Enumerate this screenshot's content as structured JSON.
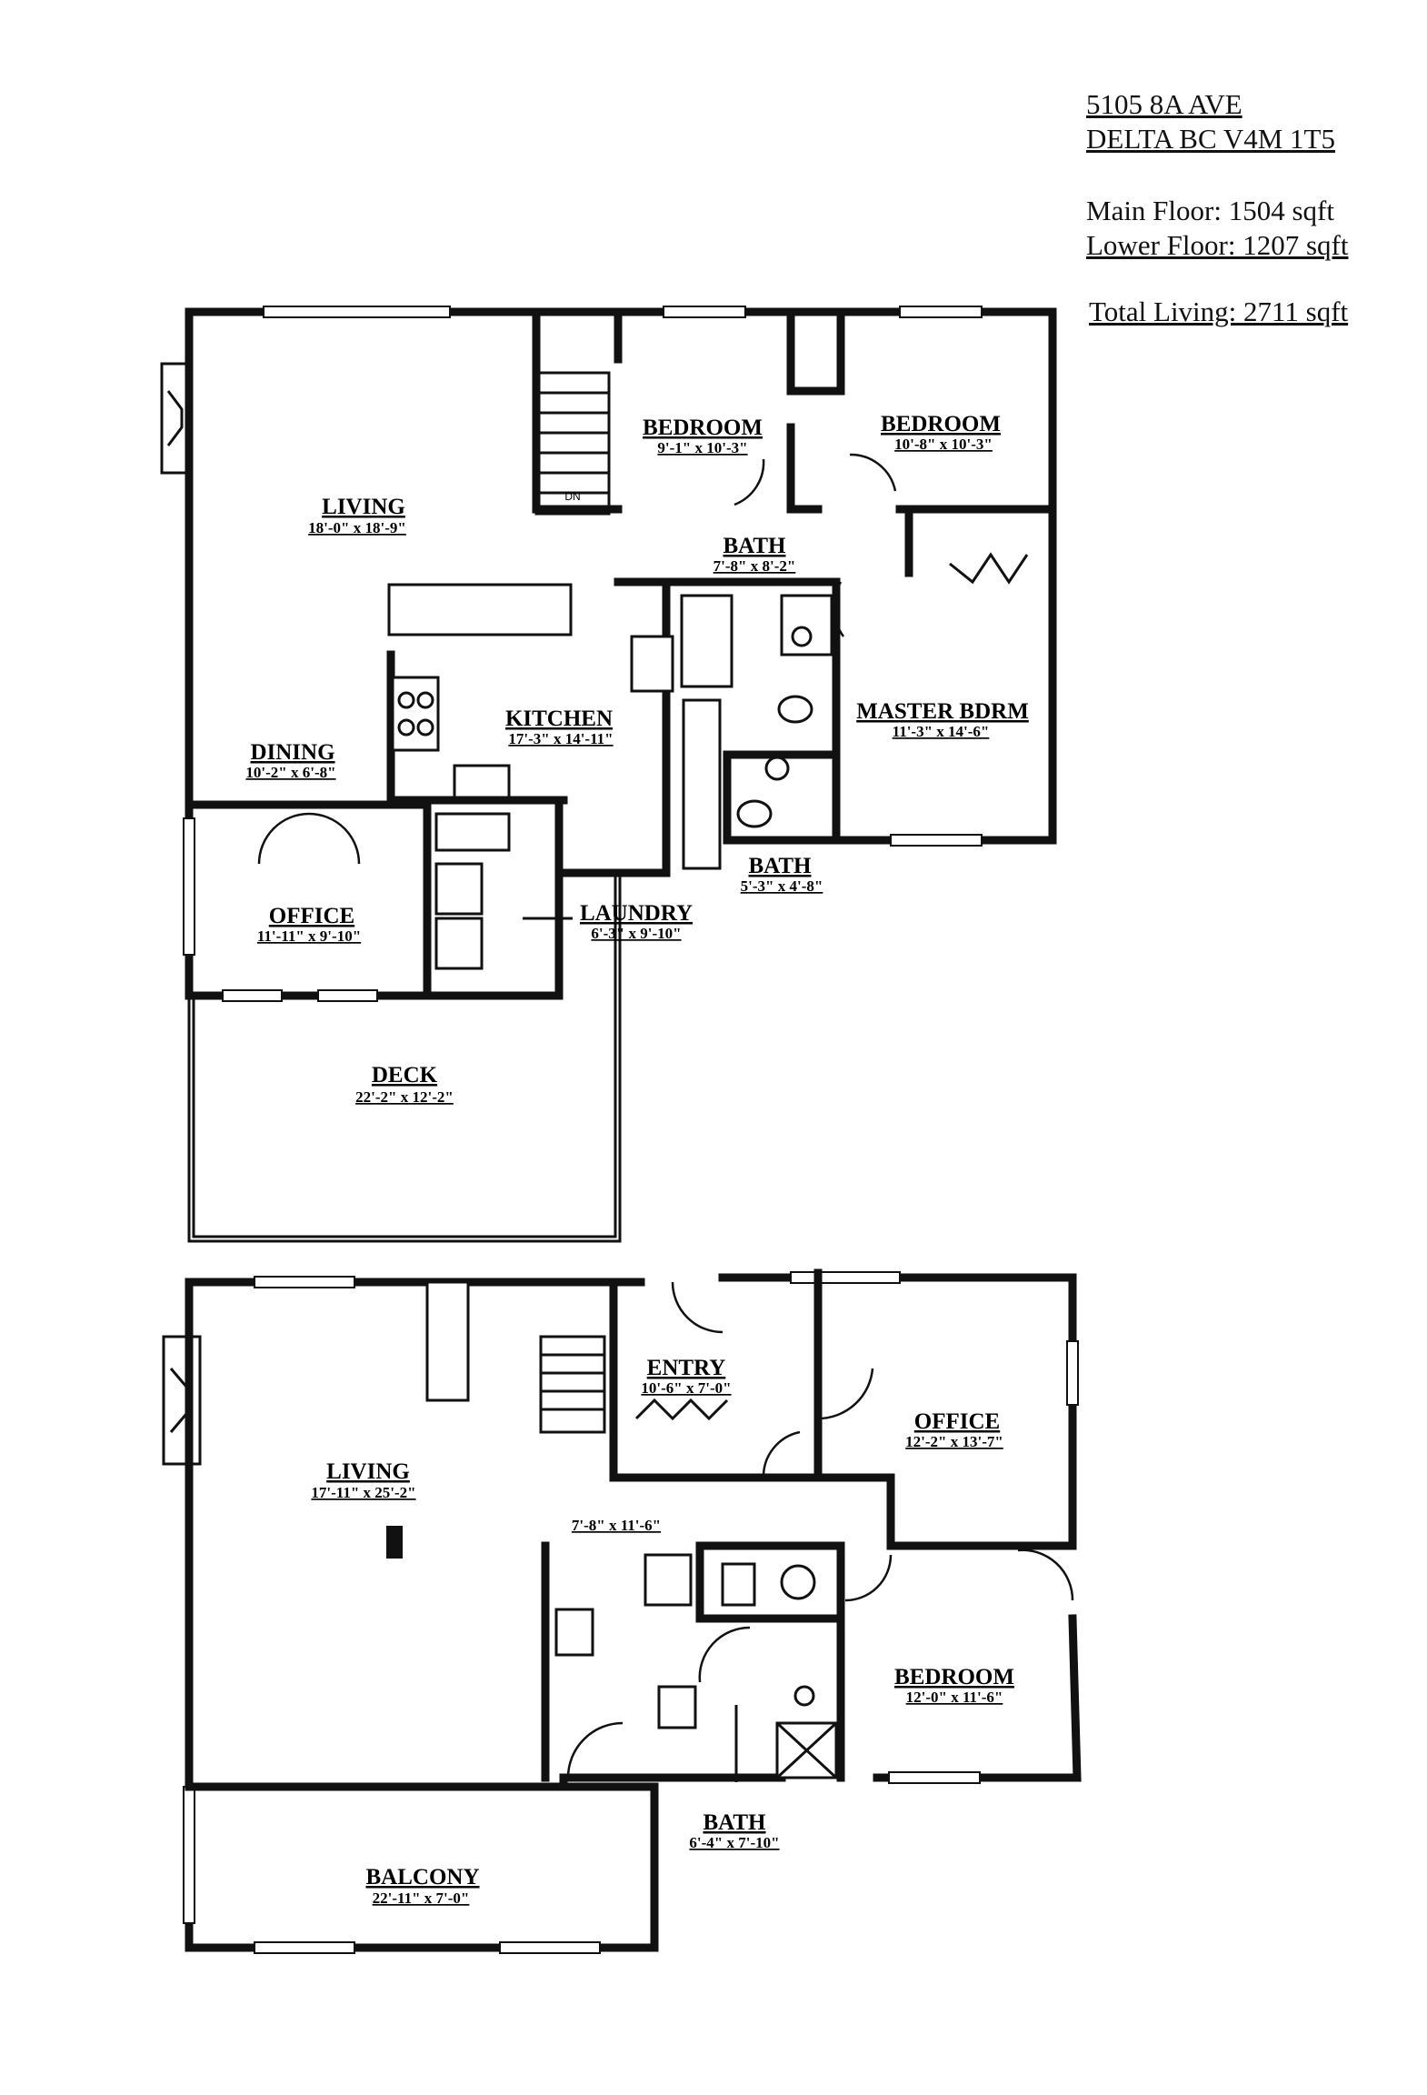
{
  "header": {
    "address_line1": "5105 8A AVE",
    "address_line2": "DELTA BC  V4M 1T5",
    "main_floor": "Main Floor: 1504 sqft",
    "lower_floor": "Lower Floor: 1207 sqft",
    "total_living": "Total Living: 2711 sqft"
  },
  "main_floor": {
    "living": {
      "name": "LIVING",
      "dims": "18'-0\" x 18'-9\""
    },
    "bedroom1": {
      "name": "BEDROOM",
      "dims": "9'-1\" x 10'-3\""
    },
    "bedroom2": {
      "name": "BEDROOM",
      "dims": "10'-8\" x 10'-3\""
    },
    "bath1": {
      "name": "BATH",
      "dims": "7'-8\" x 8'-2\""
    },
    "kitchen": {
      "name": "KITCHEN",
      "dims": "17'-3\" x 14'-11\""
    },
    "dining": {
      "name": "DINING",
      "dims": "10'-2\" x 6'-8\""
    },
    "master": {
      "name": "MASTER BDRM",
      "dims": "11'-3\" x 14'-6\""
    },
    "bath2": {
      "name": "BATH",
      "dims": "5'-3\" x 4'-8\""
    },
    "office": {
      "name": "OFFICE",
      "dims": "11'-11\" x 9'-10\""
    },
    "laundry": {
      "name": "LAUNDRY",
      "dims": "6'-3\" x 9'-10\""
    },
    "deck": {
      "name": "DECK",
      "dims": "22'-2\" x 12'-2\""
    },
    "stair_label": "DN"
  },
  "lower_floor": {
    "entry": {
      "name": "ENTRY",
      "dims": "10'-6\" x 7'-0\""
    },
    "office": {
      "name": "OFFICE",
      "dims": "12'-2\" x 13'-7\""
    },
    "living": {
      "name": "LIVING",
      "dims": "17'-11\" x 25'-2\""
    },
    "hall": {
      "dims": "7'-8\" x 11'-6\""
    },
    "bedroom": {
      "name": "BEDROOM",
      "dims": "12'-0\" x 11'-6\""
    },
    "bath": {
      "name": "BATH",
      "dims": "6'-4\" x 7'-10\""
    },
    "balcony": {
      "name": "BALCONY",
      "dims": "22'-11\" x 7'-0\""
    }
  }
}
